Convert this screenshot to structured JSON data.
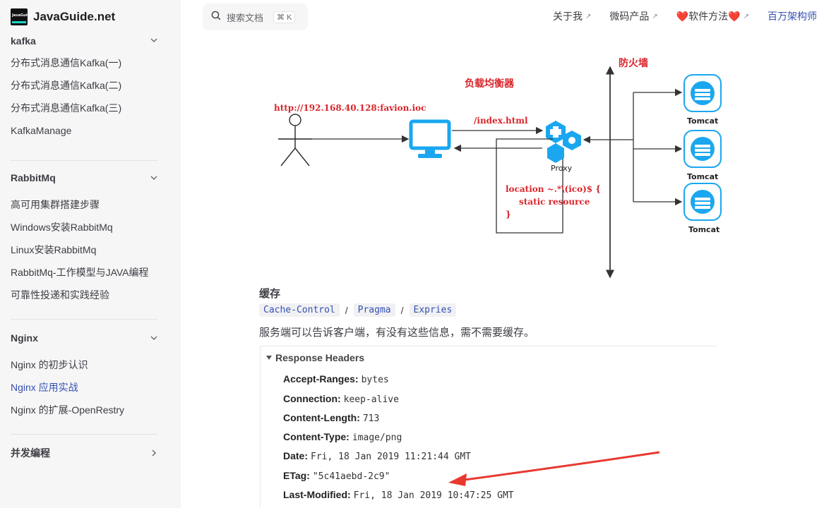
{
  "brand": {
    "logo_text": "JavaGuide",
    "name": "JavaGuide.net"
  },
  "search": {
    "placeholder": "搜索文档",
    "shortcut": "⌘ K"
  },
  "topnav": [
    {
      "label": "关于我",
      "external": true
    },
    {
      "label": "微码产品",
      "external": true
    },
    {
      "label": "❤️软件方法❤️",
      "external": true
    },
    {
      "label": "百万架构师",
      "external": false,
      "active": true
    }
  ],
  "sidebar": {
    "kafka": {
      "title": "kafka",
      "items": [
        "分布式消息通信Kafka(一)",
        "分布式消息通信Kafka(二)",
        "分布式消息通信Kafka(三)",
        "KafkaManage"
      ]
    },
    "rabbitmq": {
      "title": "RabbitMq",
      "items": [
        "高可用集群搭建步骤",
        "Windows安装RabbitMq",
        "Linux安装RabbitMq",
        "RabbitMq-工作模型与JAVA编程",
        "可靠性投递和实践经验"
      ]
    },
    "nginx": {
      "title": "Nginx",
      "items": [
        "Nginx 的初步认识",
        "Nginx 应用实战",
        "Nginx 的扩展-OpenRestry"
      ],
      "active_index": 1
    },
    "concurrency": {
      "title": "并发编程"
    }
  },
  "diagram": {
    "firewall": "防火墙",
    "load_balancer": "负载均衡器",
    "url": "http://192.168.40.128:favion.ioc",
    "path": "/index.html",
    "proxy": "Proxy",
    "location_l1": "location ~.*\\(ico)$ {",
    "location_l2": "static resource",
    "location_l3": "}",
    "tomcat": [
      "Tomcat",
      "Tomcat",
      "Tomcat"
    ],
    "colors": {
      "red": "#d9262b",
      "blue": "#1ba7f0"
    }
  },
  "content": {
    "title": "缓存",
    "codes": [
      "Cache-Control",
      "Pragma",
      "Expries"
    ],
    "separator": "/",
    "description": "服务端可以告诉客户端，有没有这些信息，需不需要缓存。"
  },
  "response": {
    "title": "Response Headers",
    "headers": [
      {
        "key": "Accept-Ranges:",
        "value": "bytes"
      },
      {
        "key": "Connection:",
        "value": "keep-alive"
      },
      {
        "key": "Content-Length:",
        "value": "713"
      },
      {
        "key": "Content-Type:",
        "value": "image/png"
      },
      {
        "key": "Date:",
        "value": "Fri, 18 Jan 2019 11:21:44 GMT"
      },
      {
        "key": "ETag:",
        "value": "\"5c41aebd-2c9\""
      },
      {
        "key": "Last-Modified:",
        "value": "Fri, 18 Jan 2019 10:47:25 GMT"
      }
    ]
  }
}
